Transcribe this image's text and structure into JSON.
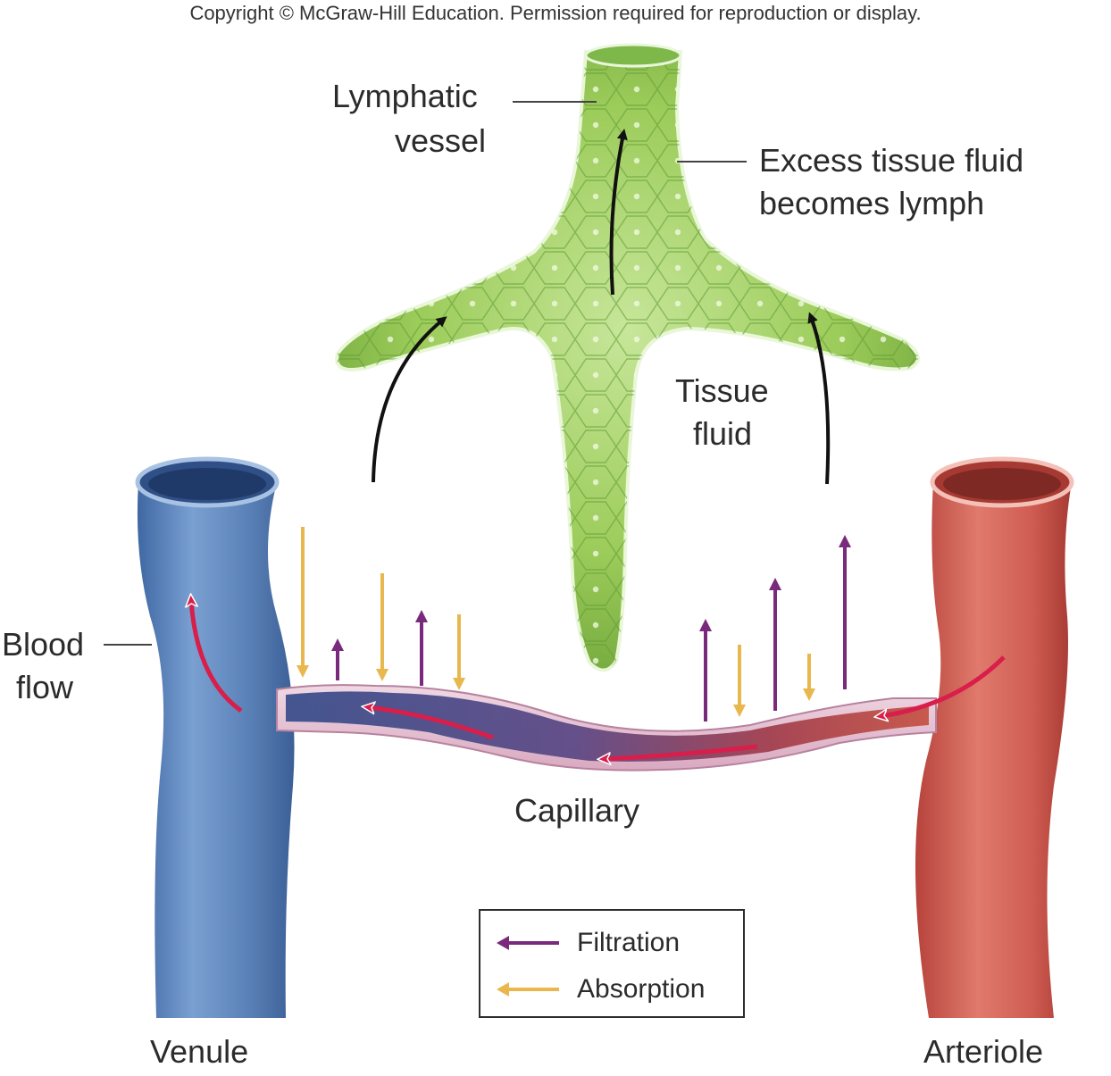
{
  "copyright": "Copyright © McGraw-Hill Education. Permission required for reproduction or display.",
  "labels": {
    "lymphatic_line1": "Lymphatic",
    "lymphatic_line2": "vessel",
    "excess_line1": "Excess tissue fluid",
    "excess_line2": "becomes lymph",
    "tissue_line1": "Tissue",
    "tissue_line2": "fluid",
    "blood_line1": "Blood",
    "blood_line2": "flow",
    "capillary": "Capillary",
    "venule": "Venule",
    "arteriole": "Arteriole"
  },
  "legend": {
    "filtration": "Filtration",
    "absorption": "Absorption"
  },
  "colors": {
    "venule": "#5b82b8",
    "arteriole": "#cf5c52",
    "lymph": "#9ccc5a",
    "filtration": "#7a2a7c",
    "absorption": "#e8b84e",
    "flow_arrow": "#d81e4a"
  }
}
